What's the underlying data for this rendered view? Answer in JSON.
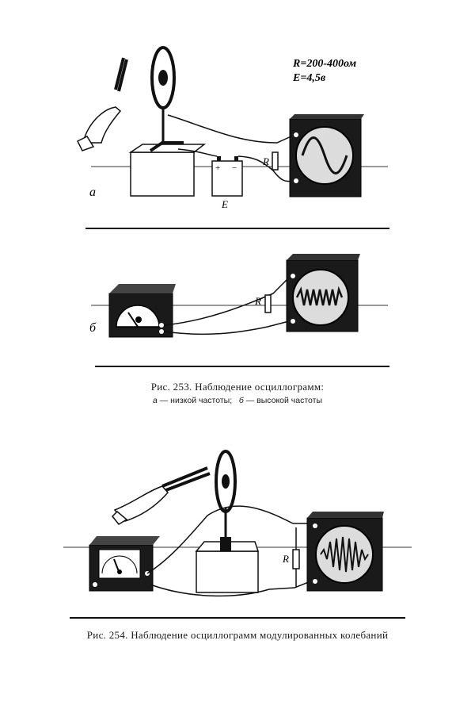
{
  "fig253a": {
    "params_r": "R=200-400ом",
    "params_e": "E=4,5в",
    "panel_letter": "а",
    "resistor_label": "R",
    "battery_label": "E",
    "battery_plus": "+",
    "battery_minus": "−"
  },
  "fig253b": {
    "panel_letter": "б",
    "resistor_label": "R"
  },
  "caption253": {
    "title": "Рис.  253.  Наблюдение  осциллограмм:",
    "a_letter": "а",
    "a_text": " — низкой частоты;",
    "b_letter": "б",
    "b_text": " — высокой частоты"
  },
  "fig254": {
    "resistor_label": "R"
  },
  "caption254": {
    "title": "Рис.  254.  Наблюдение  осциллограмм  модулированных  колебаний"
  }
}
